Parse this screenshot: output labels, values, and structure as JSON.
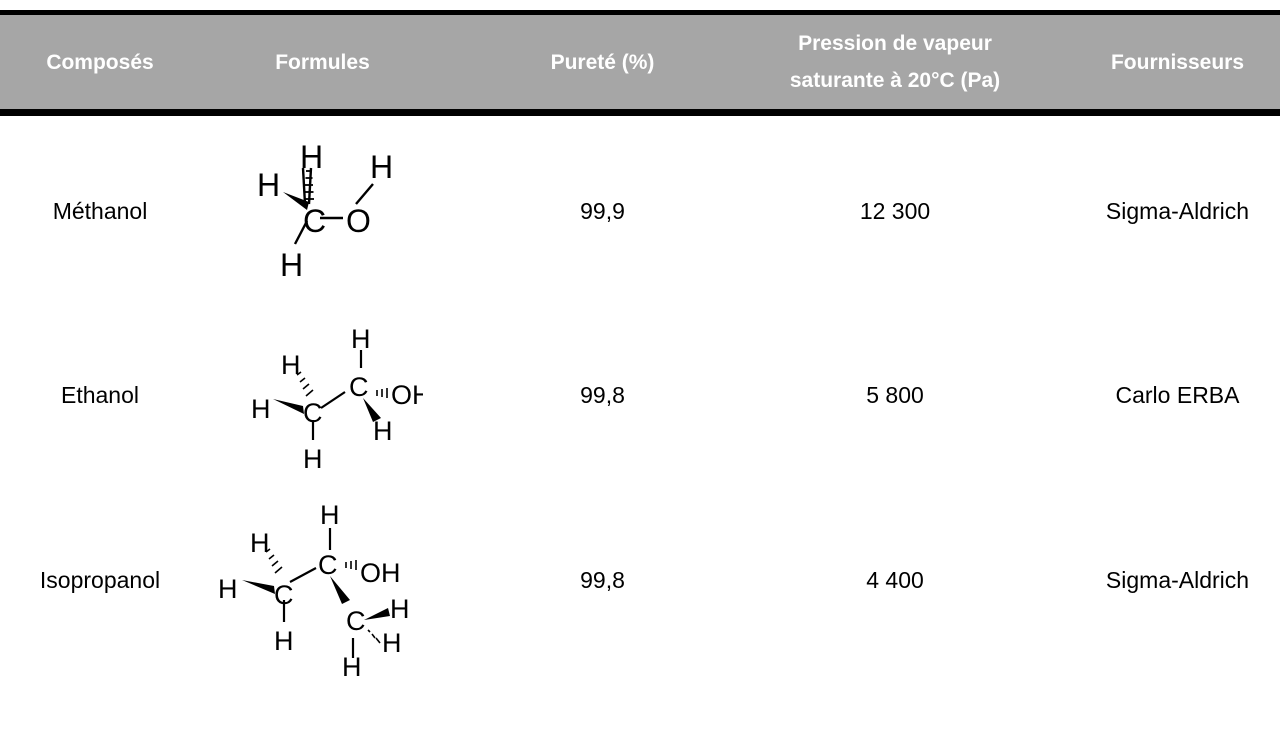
{
  "table": {
    "headers": {
      "compound": "Composés",
      "formula": "Formules",
      "purity": "Pureté (%)",
      "pressure_line1": "Pression de vapeur",
      "pressure_line2": "saturante à 20°C (Pa)",
      "supplier": "Fournisseurs"
    },
    "rows": [
      {
        "compound": "Méthanol",
        "purity": "99,9",
        "pressure": "12 300",
        "supplier": "Sigma-Aldrich",
        "formula_labels": {
          "h_top": "H",
          "h_left": "H",
          "h_bottom": "H",
          "c": "C",
          "o": "O",
          "h_o": "H"
        }
      },
      {
        "compound": "Ethanol",
        "purity": "99,8",
        "pressure": "5 800",
        "supplier": "Carlo ERBA",
        "formula_labels": {
          "h1": "H",
          "h2": "H",
          "c1": "C",
          "h3": "H",
          "h4": "H",
          "c2": "C",
          "oh": "OH",
          "h5": "H"
        }
      },
      {
        "compound": "Isopropanol",
        "purity": "99,8",
        "pressure": "4 400",
        "supplier": "Sigma-Aldrich",
        "formula_labels": {
          "h1": "H",
          "h2": "H",
          "c1": "C",
          "h3": "H",
          "h4": "H",
          "c2": "C",
          "oh": "OH",
          "c3": "C",
          "h5": "H",
          "h6": "H",
          "h7": "H"
        }
      }
    ]
  }
}
